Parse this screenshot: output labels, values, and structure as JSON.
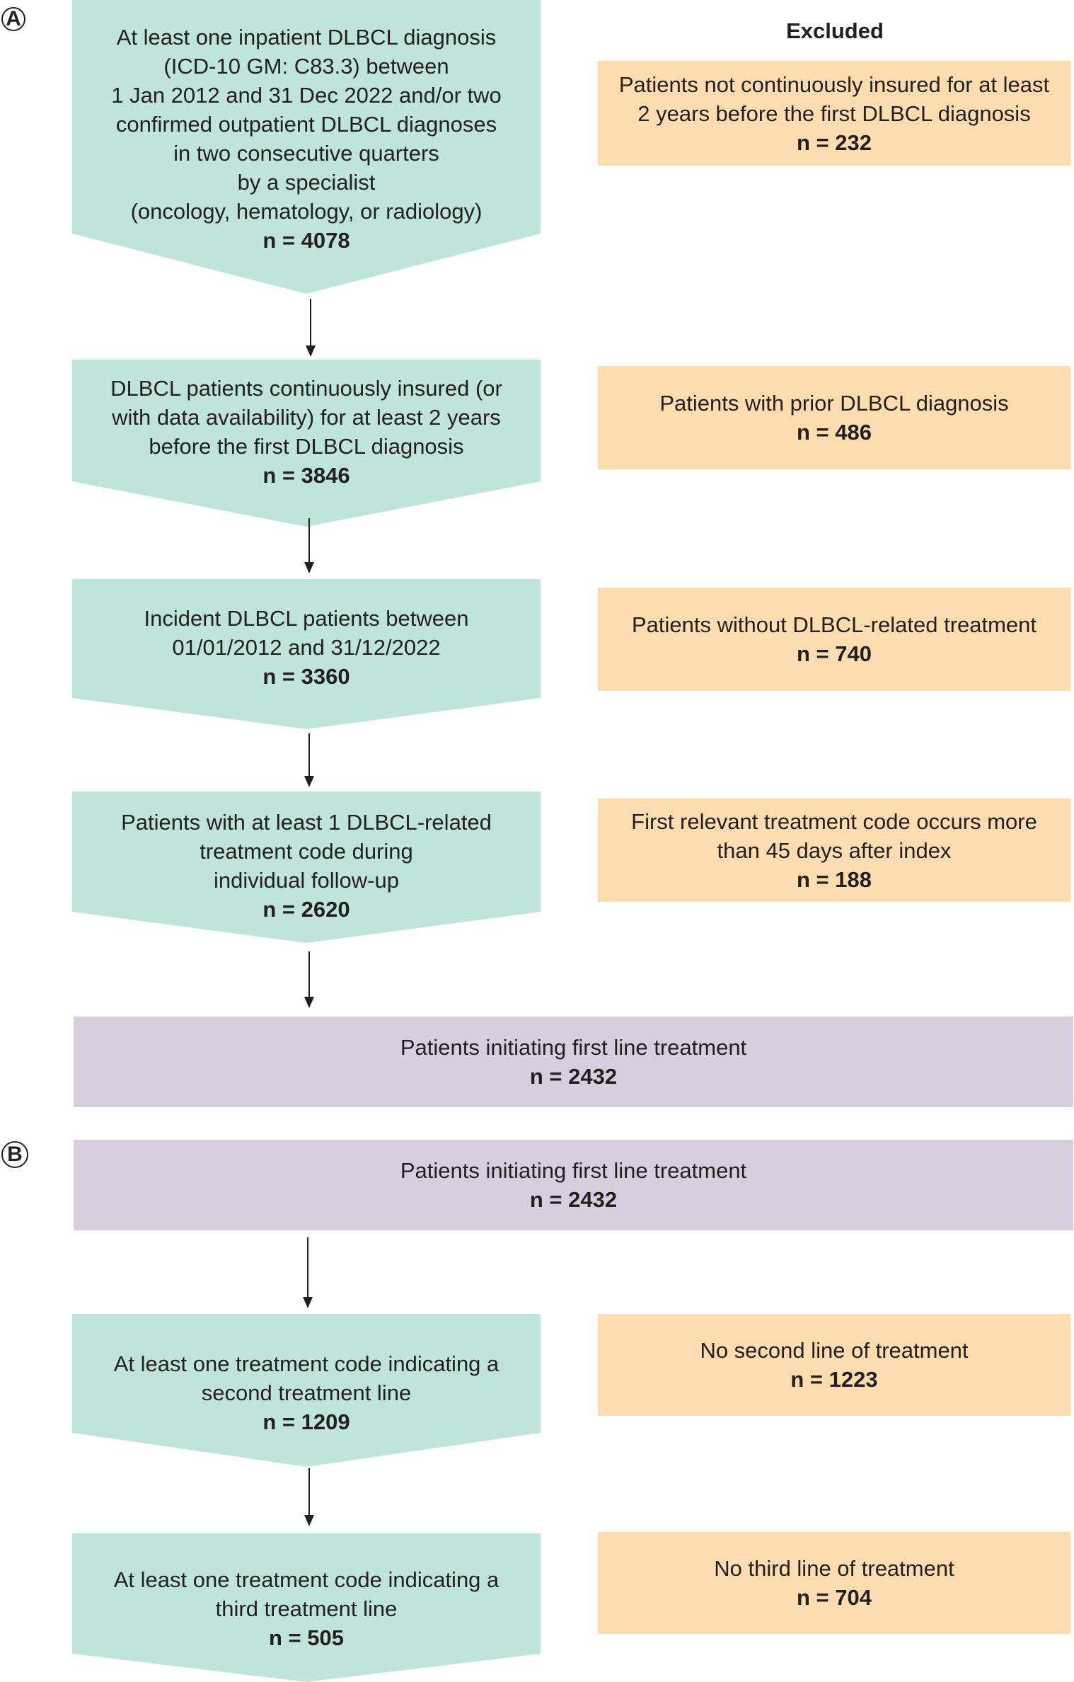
{
  "colors": {
    "teal": "#bfe4d9",
    "orange": "#fddcaf",
    "purple": "#d8cede",
    "text": "#231f20"
  },
  "panel_a": {
    "label": "A",
    "excluded_heading": "Excluded",
    "steps": [
      {
        "lines": [
          "At least one inpatient DLBCL diagnosis",
          "(ICD-10 GM: C83.3) between",
          "1 Jan 2012 and 31 Dec 2022 and/or two",
          "confirmed outpatient DLBCL diagnoses",
          "in two consecutive quarters",
          "by a specialist",
          "(oncology, hematology, or radiology)"
        ],
        "n": "n = 4078"
      },
      {
        "lines": [
          "DLBCL patients continuously insured (or",
          "with data availability) for at least 2 years",
          "before the first DLBCL diagnosis"
        ],
        "n": "n = 3846"
      },
      {
        "lines": [
          "Incident DLBCL patients between",
          "01/01/2012 and 31/12/2022"
        ],
        "n": "n = 3360"
      },
      {
        "lines": [
          "Patients with at least 1 DLBCL-related",
          "treatment code during",
          "individual follow-up"
        ],
        "n": "n = 2620"
      }
    ],
    "exclusions": [
      {
        "lines": [
          "Patients not continuously insured for at least",
          "2 years before the first DLBCL diagnosis"
        ],
        "n": "n = 232"
      },
      {
        "lines": [
          "Patients with prior DLBCL diagnosis"
        ],
        "n": "n = 486"
      },
      {
        "lines": [
          "Patients without DLBCL-related treatment"
        ],
        "n": "n = 740"
      },
      {
        "lines": [
          "First relevant treatment code occurs more",
          "than 45 days after index"
        ],
        "n": "n = 188"
      }
    ],
    "final": {
      "lines": [
        "Patients initiating first line treatment"
      ],
      "n": "n = 2432"
    }
  },
  "panel_b": {
    "label": "B",
    "start": {
      "lines": [
        "Patients initiating first line treatment"
      ],
      "n": "n = 2432"
    },
    "steps": [
      {
        "lines": [
          "At least one treatment code indicating a",
          "second treatment line"
        ],
        "n": "n = 1209"
      },
      {
        "lines": [
          "At least one treatment code indicating a",
          "third treatment line"
        ],
        "n": "n = 505"
      }
    ],
    "exclusions": [
      {
        "lines": [
          "No second line of treatment"
        ],
        "n": "n = 1223"
      },
      {
        "lines": [
          "No third line of treatment"
        ],
        "n": "n = 704"
      }
    ]
  }
}
